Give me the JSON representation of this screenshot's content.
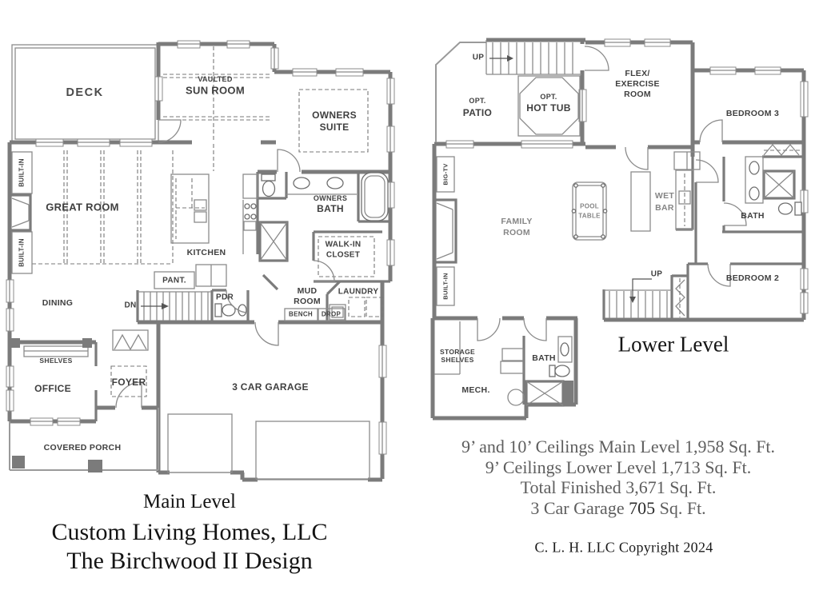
{
  "plan": {
    "main": {
      "title": "Main Level",
      "rooms": {
        "deck": "DECK",
        "vaulted": "VAULTED",
        "sun_room": "SUN ROOM",
        "owners": "OWNERS",
        "suite": "SUITE",
        "great_room": "GREAT ROOM",
        "built_in_upper": "BUILT-IN",
        "built_in_lower": "BUILT-IN",
        "kitchen": "KITCHEN",
        "owners_bath_1": "OWNERS",
        "owners_bath_2": "BATH",
        "walk_in_1": "WALK-IN",
        "walk_in_2": "CLOSET",
        "dining": "DINING",
        "pantry": "PANT.",
        "stairs_dn": "DN",
        "powder": "PDR",
        "mud_1": "MUD",
        "mud_2": "ROOM",
        "laundry": "LAUNDRY",
        "bench": "BENCH",
        "drop": "DROP",
        "shelves": "SHELVES",
        "office": "OFFICE",
        "foyer": "FOYER",
        "garage": "3 CAR GARAGE",
        "covered_porch": "COVERED PORCH"
      }
    },
    "lower": {
      "title": "Lower Level",
      "rooms": {
        "stairs_up_ext": "UP",
        "opt_1": "OPT.",
        "patio": "PATIO",
        "opt_2": "OPT.",
        "hot_tub": "HOT TUB",
        "flex_1": "FLEX/",
        "flex_2": "EXERCISE",
        "flex_3": "ROOM",
        "bedroom_3": "BEDROOM 3",
        "big_tv": "BIG-TV",
        "built_in": "BUILT-IN",
        "family_1": "FAMILY",
        "family_2": "ROOM",
        "pool_1": "POOL",
        "pool_2": "TABLE",
        "wet_1": "WET",
        "wet_2": "BAR",
        "bath_upper": "BATH",
        "bedroom_2": "BEDROOM 2",
        "stairs_up_int": "UP",
        "storage_1": "STORAGE",
        "storage_2": "SHELVES",
        "mech": "MECH.",
        "bath_lower": "BATH"
      }
    }
  },
  "footer": {
    "company": "Custom Living Homes, LLC",
    "design": "The Birchwood II Design",
    "areas": {
      "line1": "9’ and 10’ Ceilings Main Level 1,958 Sq. Ft.",
      "line2": "9’ Ceilings Lower Level 1,713 Sq. Ft.",
      "line3": "Total Finished 3,671 Sq. Ft.",
      "line4_prefix": "3 Car Garage ",
      "line4_value": "705",
      "line4_suffix": " Sq. Ft.",
      "copyright": "C. L. H. LLC Copyright 2024"
    }
  },
  "colors": {
    "wall": "#7b7b7b",
    "label": "#3f3f3f",
    "area_text": "#5e5e5e",
    "title_text": "#141414"
  }
}
